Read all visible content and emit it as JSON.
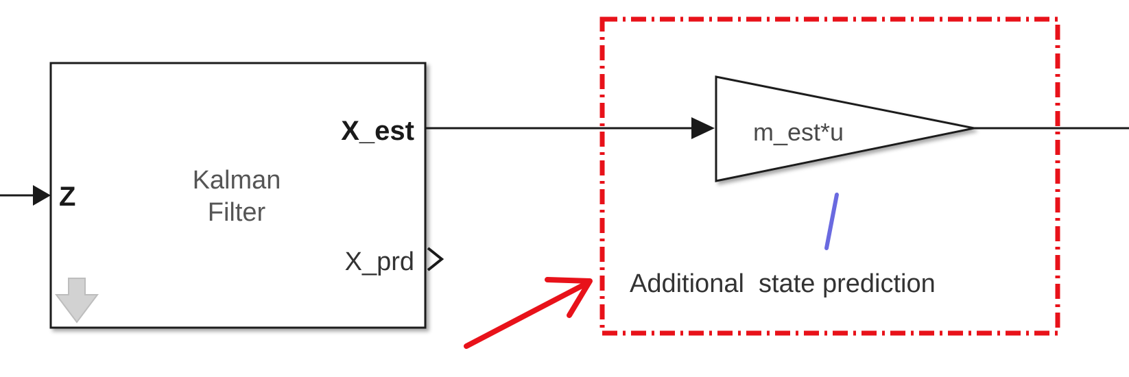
{
  "kalman_block": {
    "title_line1": "Kalman",
    "title_line2": "Filter",
    "input_port": "Z",
    "output_port_est": "X_est",
    "output_port_prd": "X_prd",
    "icon": "down-arrow-icon"
  },
  "gain_block": {
    "expression": "m_est*u"
  },
  "annotation": {
    "text": "Additional  state prediction"
  },
  "colors": {
    "block_stroke": "#1a1a1a",
    "signal_line": "#1a1a1a",
    "highlight": "#e8121a",
    "cursor_mark": "#6a6ae0",
    "label_gray": "#444444",
    "icon_gray": "#c8c8c8"
  }
}
